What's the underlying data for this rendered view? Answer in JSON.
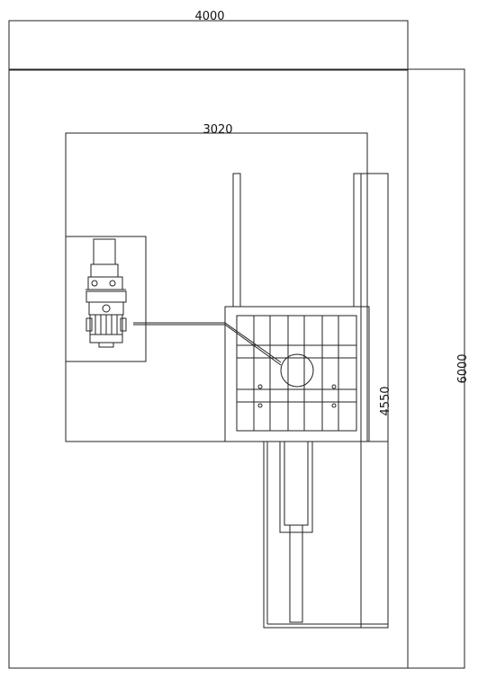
{
  "dimensions": {
    "width_top": "4000",
    "height_right": "6000",
    "inner_width": "3020",
    "inner_height": "4550"
  },
  "colors": {
    "stroke": "#222222",
    "background": "#ffffff"
  },
  "icons": [
    "hydraulic-power-unit-icon"
  ]
}
